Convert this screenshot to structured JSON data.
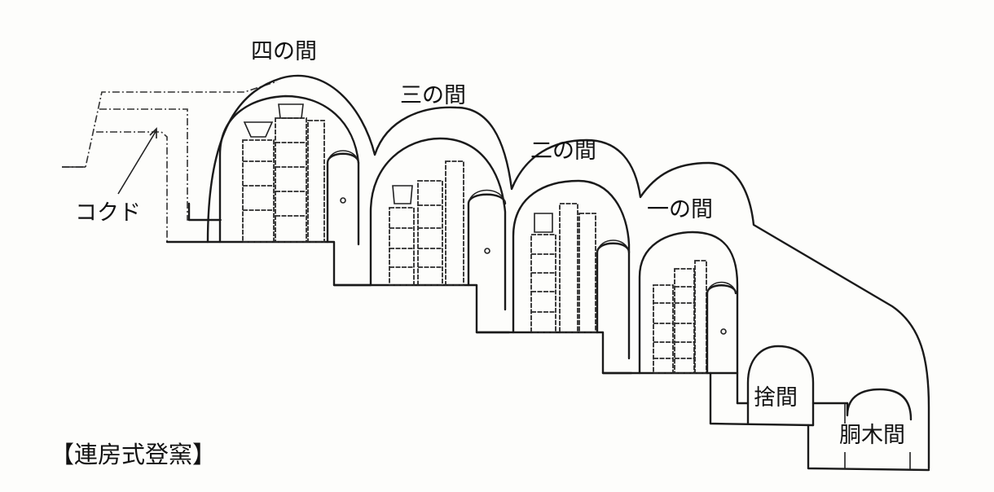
{
  "diagram": {
    "title": "【連房式登窯】",
    "chambers": [
      {
        "id": "chamber-4",
        "label": "四の間"
      },
      {
        "id": "chamber-3",
        "label": "三の間"
      },
      {
        "id": "chamber-2",
        "label": "二の間"
      },
      {
        "id": "chamber-1",
        "label": "一の間"
      }
    ],
    "sutema_label": "捨間",
    "dogima_label": "胴木間",
    "flue_label": "コクド",
    "colors": {
      "line": "#1a1a1a",
      "background": "#fdfdfb"
    }
  }
}
